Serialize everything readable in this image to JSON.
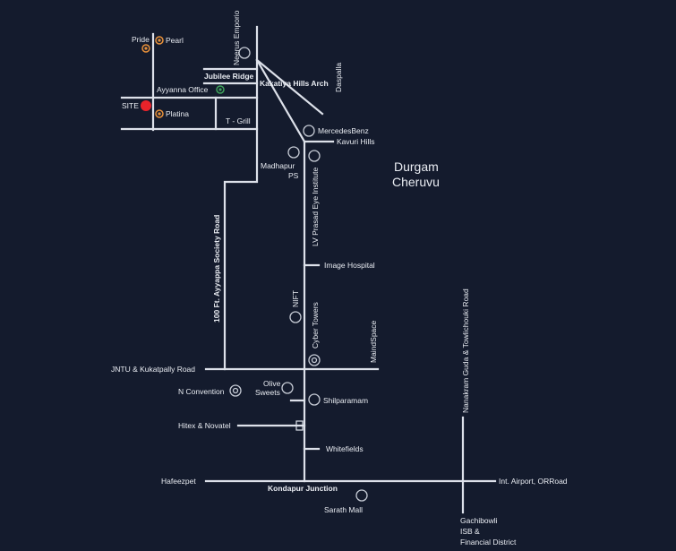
{
  "labels": {
    "pride": "Pride",
    "pearl": "Pearl",
    "neerus": "Neerus Emporio",
    "jubilee": "Jubilee Ridge",
    "kakatiya": "Kakatiya Hills Arch",
    "daspalla": "Daspalla",
    "ayyanna": "Ayyanna Office",
    "site": "SITE",
    "platina": "Platina",
    "tgrill": "T - Grill",
    "mercedes": "MercedesBenz",
    "kavuri": "Kavuri Hills",
    "madhapur_1": "Madhapur",
    "madhapur_2": "PS",
    "lvprasad": "LV Prasad Eye Institute",
    "durgam_1": "Durgam",
    "durgam_2": "Cheruvu",
    "ayyappa": "100 Ft. Ayyappa Society Road",
    "image_hospital": "Image Hospital",
    "nanakramguda": "Nanakram Guda & Towlichouki Road",
    "nift": "NIFT",
    "cyber_towers": "Cyber Towers",
    "maindspace": "MaindSpace",
    "jntu": "JNTU & Kukatpally Road",
    "olive_1": "Olive",
    "olive_2": "Sweets",
    "n_convention": "N Convention",
    "shilparamam": "Shilparamam",
    "hitex": "Hitex & Novatel",
    "whitefields": "Whitefields",
    "hafeezpet": "Hafeezpet",
    "int_airport": "Int. Airport, ORRoad",
    "kondapur": "Kondapur Junction",
    "sarath": "Sarath Mall",
    "gachibowli_1": "Gachibowli",
    "gachibowli_2": "ISB &",
    "gachibowli_3": "Financial District"
  },
  "colors": {
    "background": "#141b2d",
    "road": "#dde1ea",
    "text": "#e9ecf2",
    "site_marker": "#e8232a",
    "landmark_orange": "#e8913a",
    "landmark_green": "#3fa35c"
  }
}
